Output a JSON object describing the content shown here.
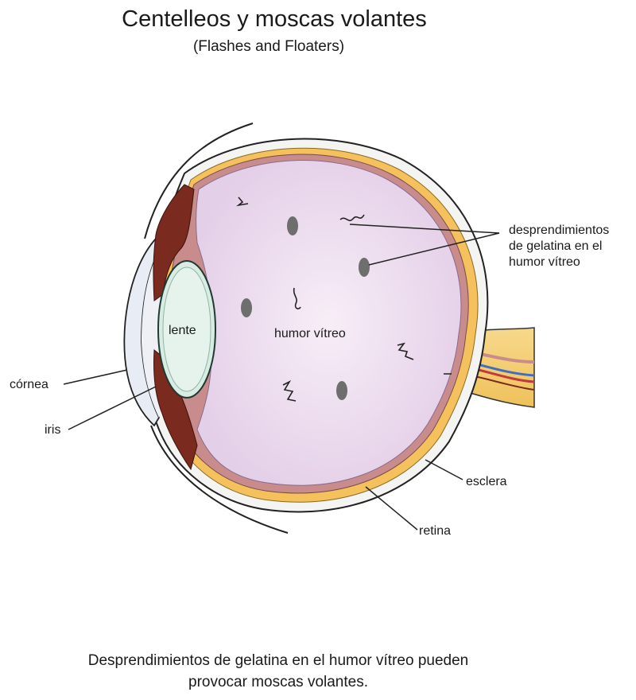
{
  "title": "Centelleos y moscas volantes",
  "subtitle": "(Flashes and Floaters)",
  "labels": {
    "floaters": [
      "desprendimientos",
      "de gelatina en el",
      "humor vítreo"
    ],
    "lens": "lente",
    "vitreous": "humor vítreo",
    "cornea": "córnea",
    "iris": "iris",
    "sclera": "esclera",
    "retina": "retina"
  },
  "caption": [
    "Desprendimientos de gelatina en el humor vítreo pueden",
    "provocar moscas volantes."
  ],
  "colors": {
    "vitreous": "#ead9ee",
    "sclera": "#f4c15d",
    "retina": "#c98c8c",
    "iris": "#7a2a1e",
    "lens": "#d9ece4",
    "cornea": "#e8ecf4",
    "floater": "#6e6e6e"
  }
}
